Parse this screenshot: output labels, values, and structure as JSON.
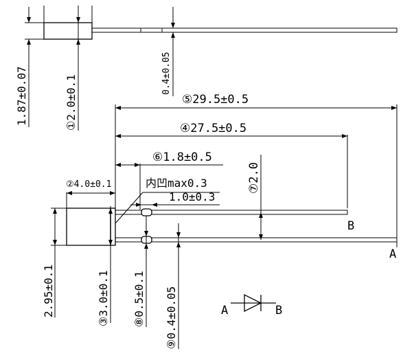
{
  "labels": {
    "top_height": "1.87±0.07",
    "top_width": "①2.0±0.1",
    "top_lead": "0.4±0.05",
    "total_len": "⑤29.5±0.5",
    "lead_len": "④27.5±0.5",
    "lead_bend": "⑥1.8±0.5",
    "body_w": "②4.0±0.1",
    "dent": "内凹max0.3",
    "step": "1.0±0.3",
    "pitch": "⑦2.0",
    "label_b": "B",
    "label_a": "A",
    "body_h": "2.95±0.1",
    "body_h2": "③3.0±0.1",
    "lead_d": "⑧0.5±0.1",
    "lead_d2": "⑨0.4±0.05",
    "sym_a": "A",
    "sym_b": "B"
  }
}
